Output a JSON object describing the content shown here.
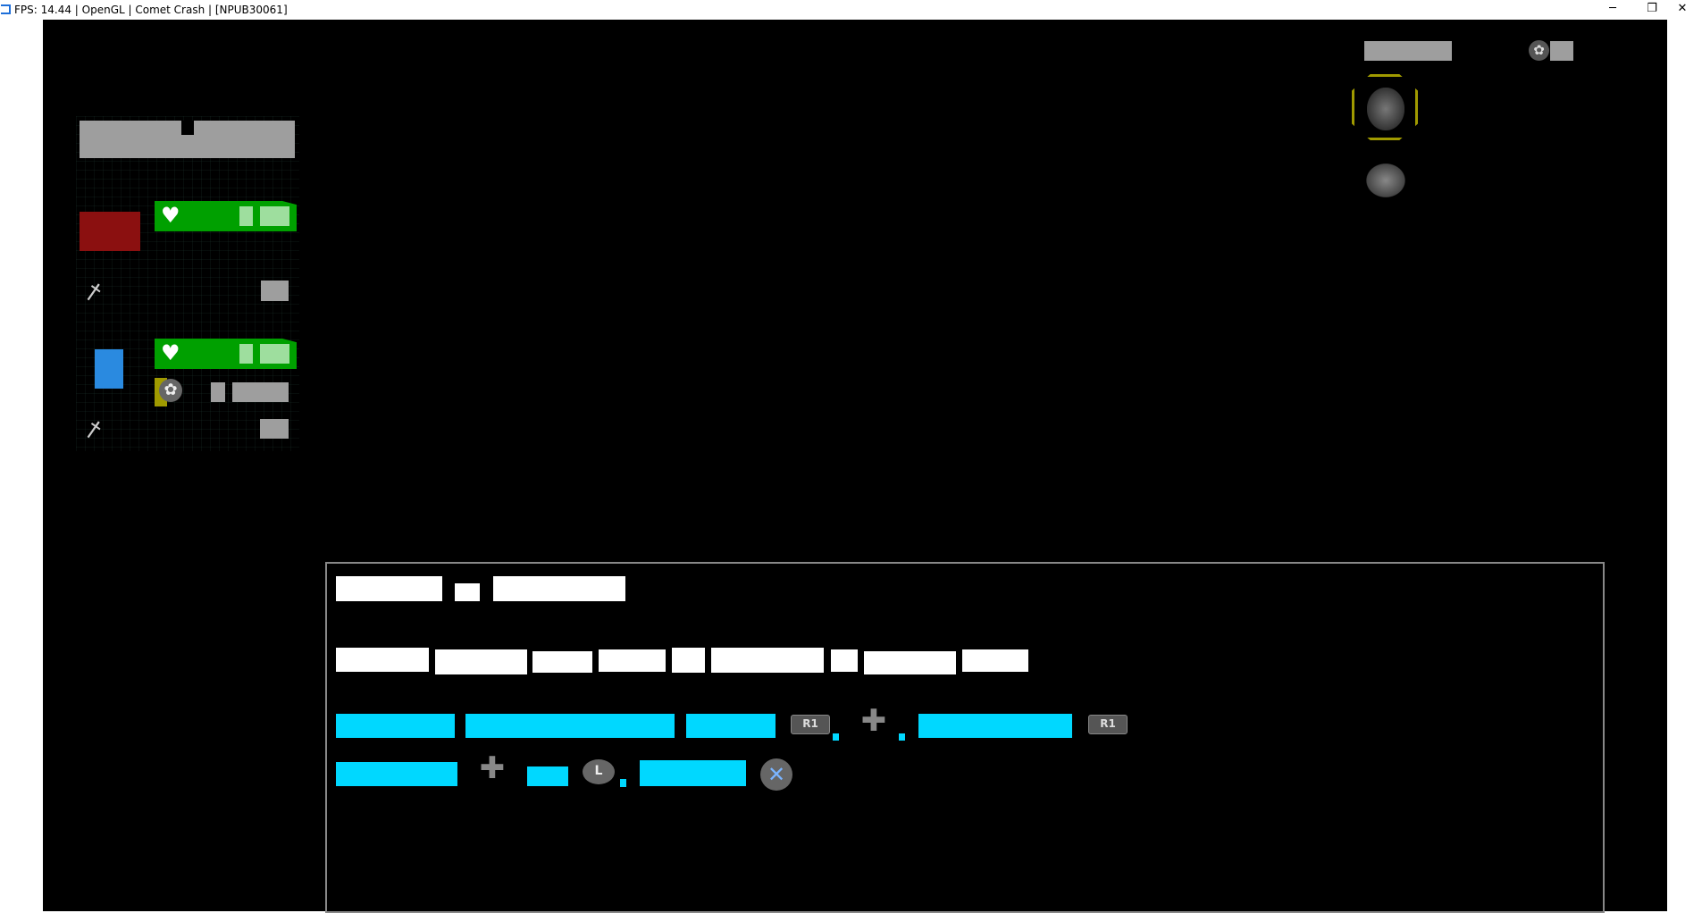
{
  "window": {
    "title": "FPS: 14.44 | OpenGL | Comet Crash | [NPUB30061]",
    "minimize": "─",
    "restore": "❐",
    "close": "✕"
  },
  "colors": {
    "health": "#00a000",
    "player1": "#8b1010",
    "player2": "#2a8ae0",
    "tutorial_text": "#00d8ff",
    "selection": "#a09a00"
  },
  "icons": {
    "heart": "♥",
    "knife": "†",
    "coin": "✿",
    "r1_label": "R1",
    "l_stick_label": "L",
    "cross": "✕",
    "dpad": "✚"
  }
}
